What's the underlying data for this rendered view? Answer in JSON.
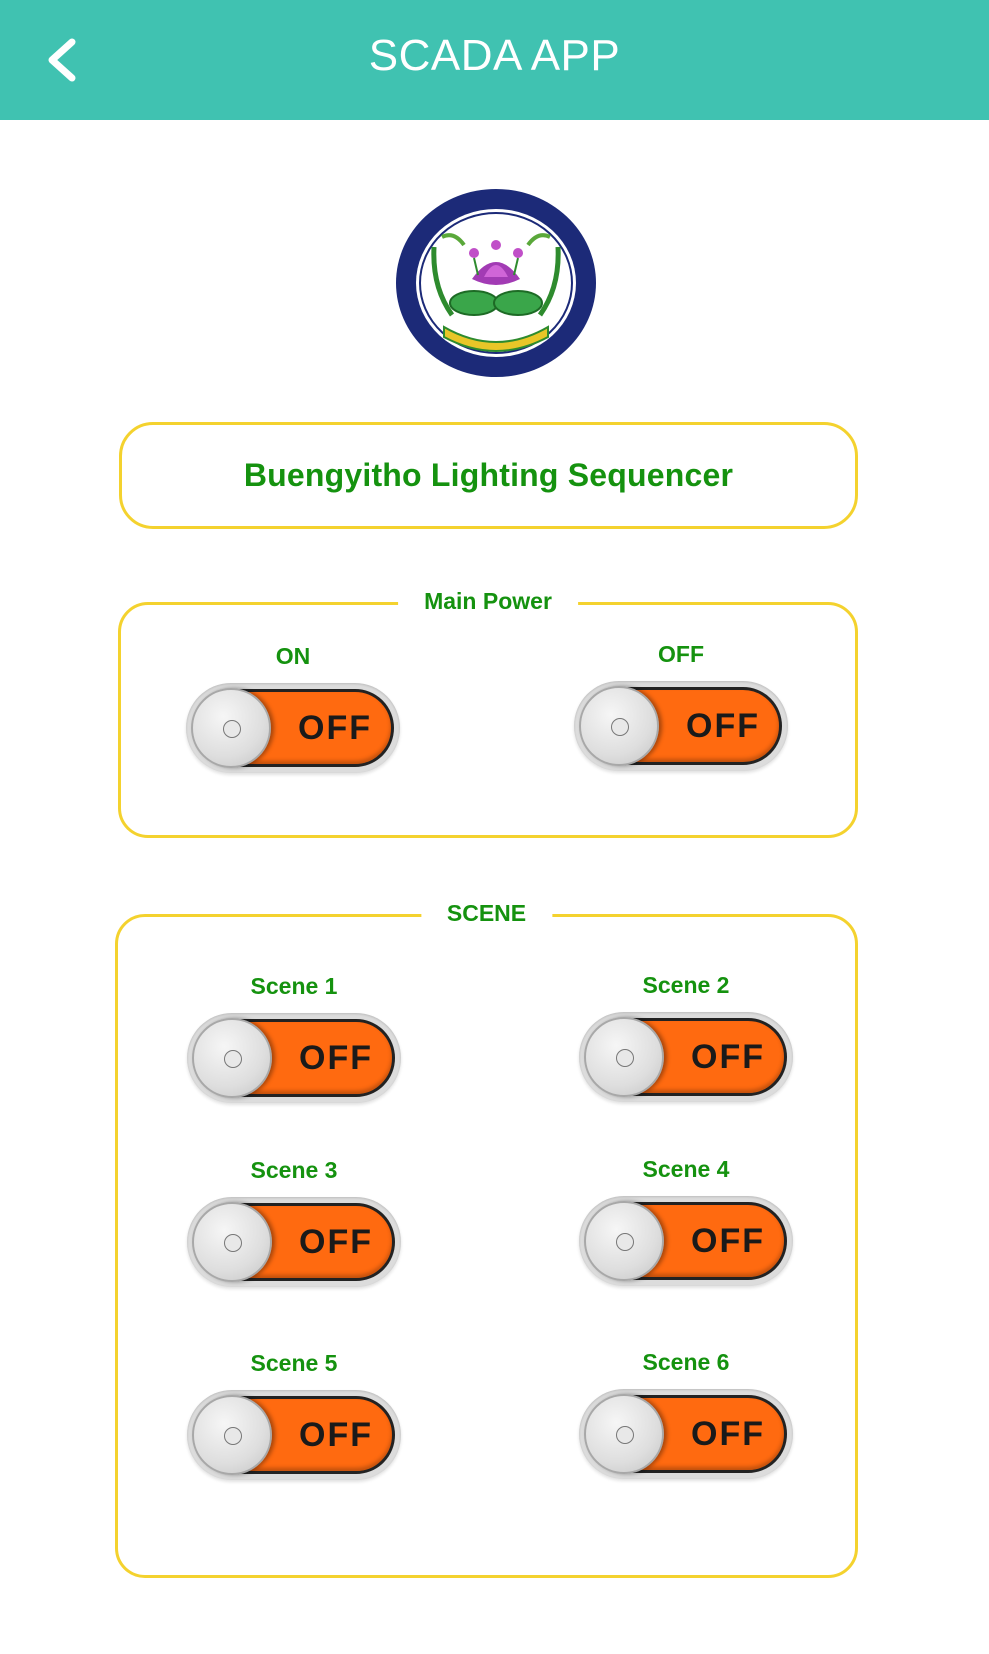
{
  "header": {
    "title": "SCADA APP",
    "back_icon": "chevron-left-icon",
    "background_color": "#40c2b1"
  },
  "logo": {
    "name": "municipality-seal",
    "description_icon": "lotus-seal-logo"
  },
  "app_title": "Buengyitho Lighting Sequencer",
  "main_power": {
    "legend": "Main Power",
    "switches": [
      {
        "label": "ON",
        "state": "OFF"
      },
      {
        "label": "OFF",
        "state": "OFF"
      }
    ]
  },
  "scene": {
    "legend": "SCENE",
    "switches": [
      {
        "label": "Scene 1",
        "state": "OFF"
      },
      {
        "label": "Scene 2",
        "state": "OFF"
      },
      {
        "label": "Scene 3",
        "state": "OFF"
      },
      {
        "label": "Scene 4",
        "state": "OFF"
      },
      {
        "label": "Scene 5",
        "state": "OFF"
      },
      {
        "label": "Scene 6",
        "state": "OFF"
      }
    ]
  },
  "colors": {
    "accent_green": "#15920f",
    "border_yellow": "#f4d22e",
    "switch_orange": "#ff6a10"
  }
}
